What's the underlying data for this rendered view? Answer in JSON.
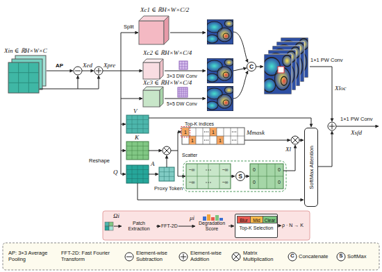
{
  "diagram": {
    "nodes": [
      {
        "text": [
          "C"
        ]
      },
      {
        "text": [
          "S"
        ]
      },
      {
        "text": [
          "SoftMax Attention"
        ]
      },
      {
        "text": [
          "Patch Extraction"
        ]
      },
      {
        "text": [
          "FFT-2D"
        ]
      },
      {
        "text": [
          "Degradation Score"
        ]
      },
      {
        "text": [
          "Top-K Selection"
        ]
      },
      {
        "text": [
          "Blur"
        ],
        "in": 6
      },
      {
        "text": [
          "Mid"
        ],
        "in": 6
      },
      {
        "text": [
          "Clear"
        ],
        "in": 6
      },
      {
        "text": [
          "ρ · N → K"
        ]
      }
    ],
    "edges": [
      {
        "from": 3,
        "to": 4,
        "arrow": "to"
      },
      {
        "from": 4,
        "to": 5,
        "arrow": "to"
      },
      {
        "from": 5,
        "to": 6,
        "arrow": "to"
      },
      {
        "from": 6,
        "to": 10,
        "arrow": "to"
      }
    ],
    "labels": [
      "Xin ∈ ℝH×W×C",
      "AP",
      "Xed",
      "Xpre",
      "Split",
      "Xc1 ∈ ℝH×W×C/2",
      "Xc2 ∈ ℝH×W×C/4",
      "Xc3 ∈ ℝH×W×C/4",
      "3×3 DW Conv",
      "5×5 DW Conv",
      "1×1 PW Conv",
      "Xloc",
      "1×1 PW Conv",
      "Xsfd",
      "V",
      "K",
      "Q",
      "Reshape",
      "Top-K indices",
      "Mmask",
      "Scatter",
      "1",
      "1",
      "1",
      "1",
      "A",
      "Proxy Token",
      "Xl",
      "−∞",
      "−∞",
      "−∞",
      "−∞",
      "0",
      "0",
      "0",
      "0",
      "Ωi",
      "μi",
      "C",
      "S"
    ],
    "legend": [
      {
        "text": "AP: 3×3 Average Pooling"
      },
      {
        "text": "FFT-2D: Fast Fourier Transform"
      },
      {
        "text": "Element-wise Subtraction"
      },
      {
        "text": "Element-wise Addition"
      },
      {
        "text": "Matrix Multiplication"
      },
      {
        "text": "Concatenate"
      },
      {
        "text": "SoftMax"
      }
    ]
  }
}
